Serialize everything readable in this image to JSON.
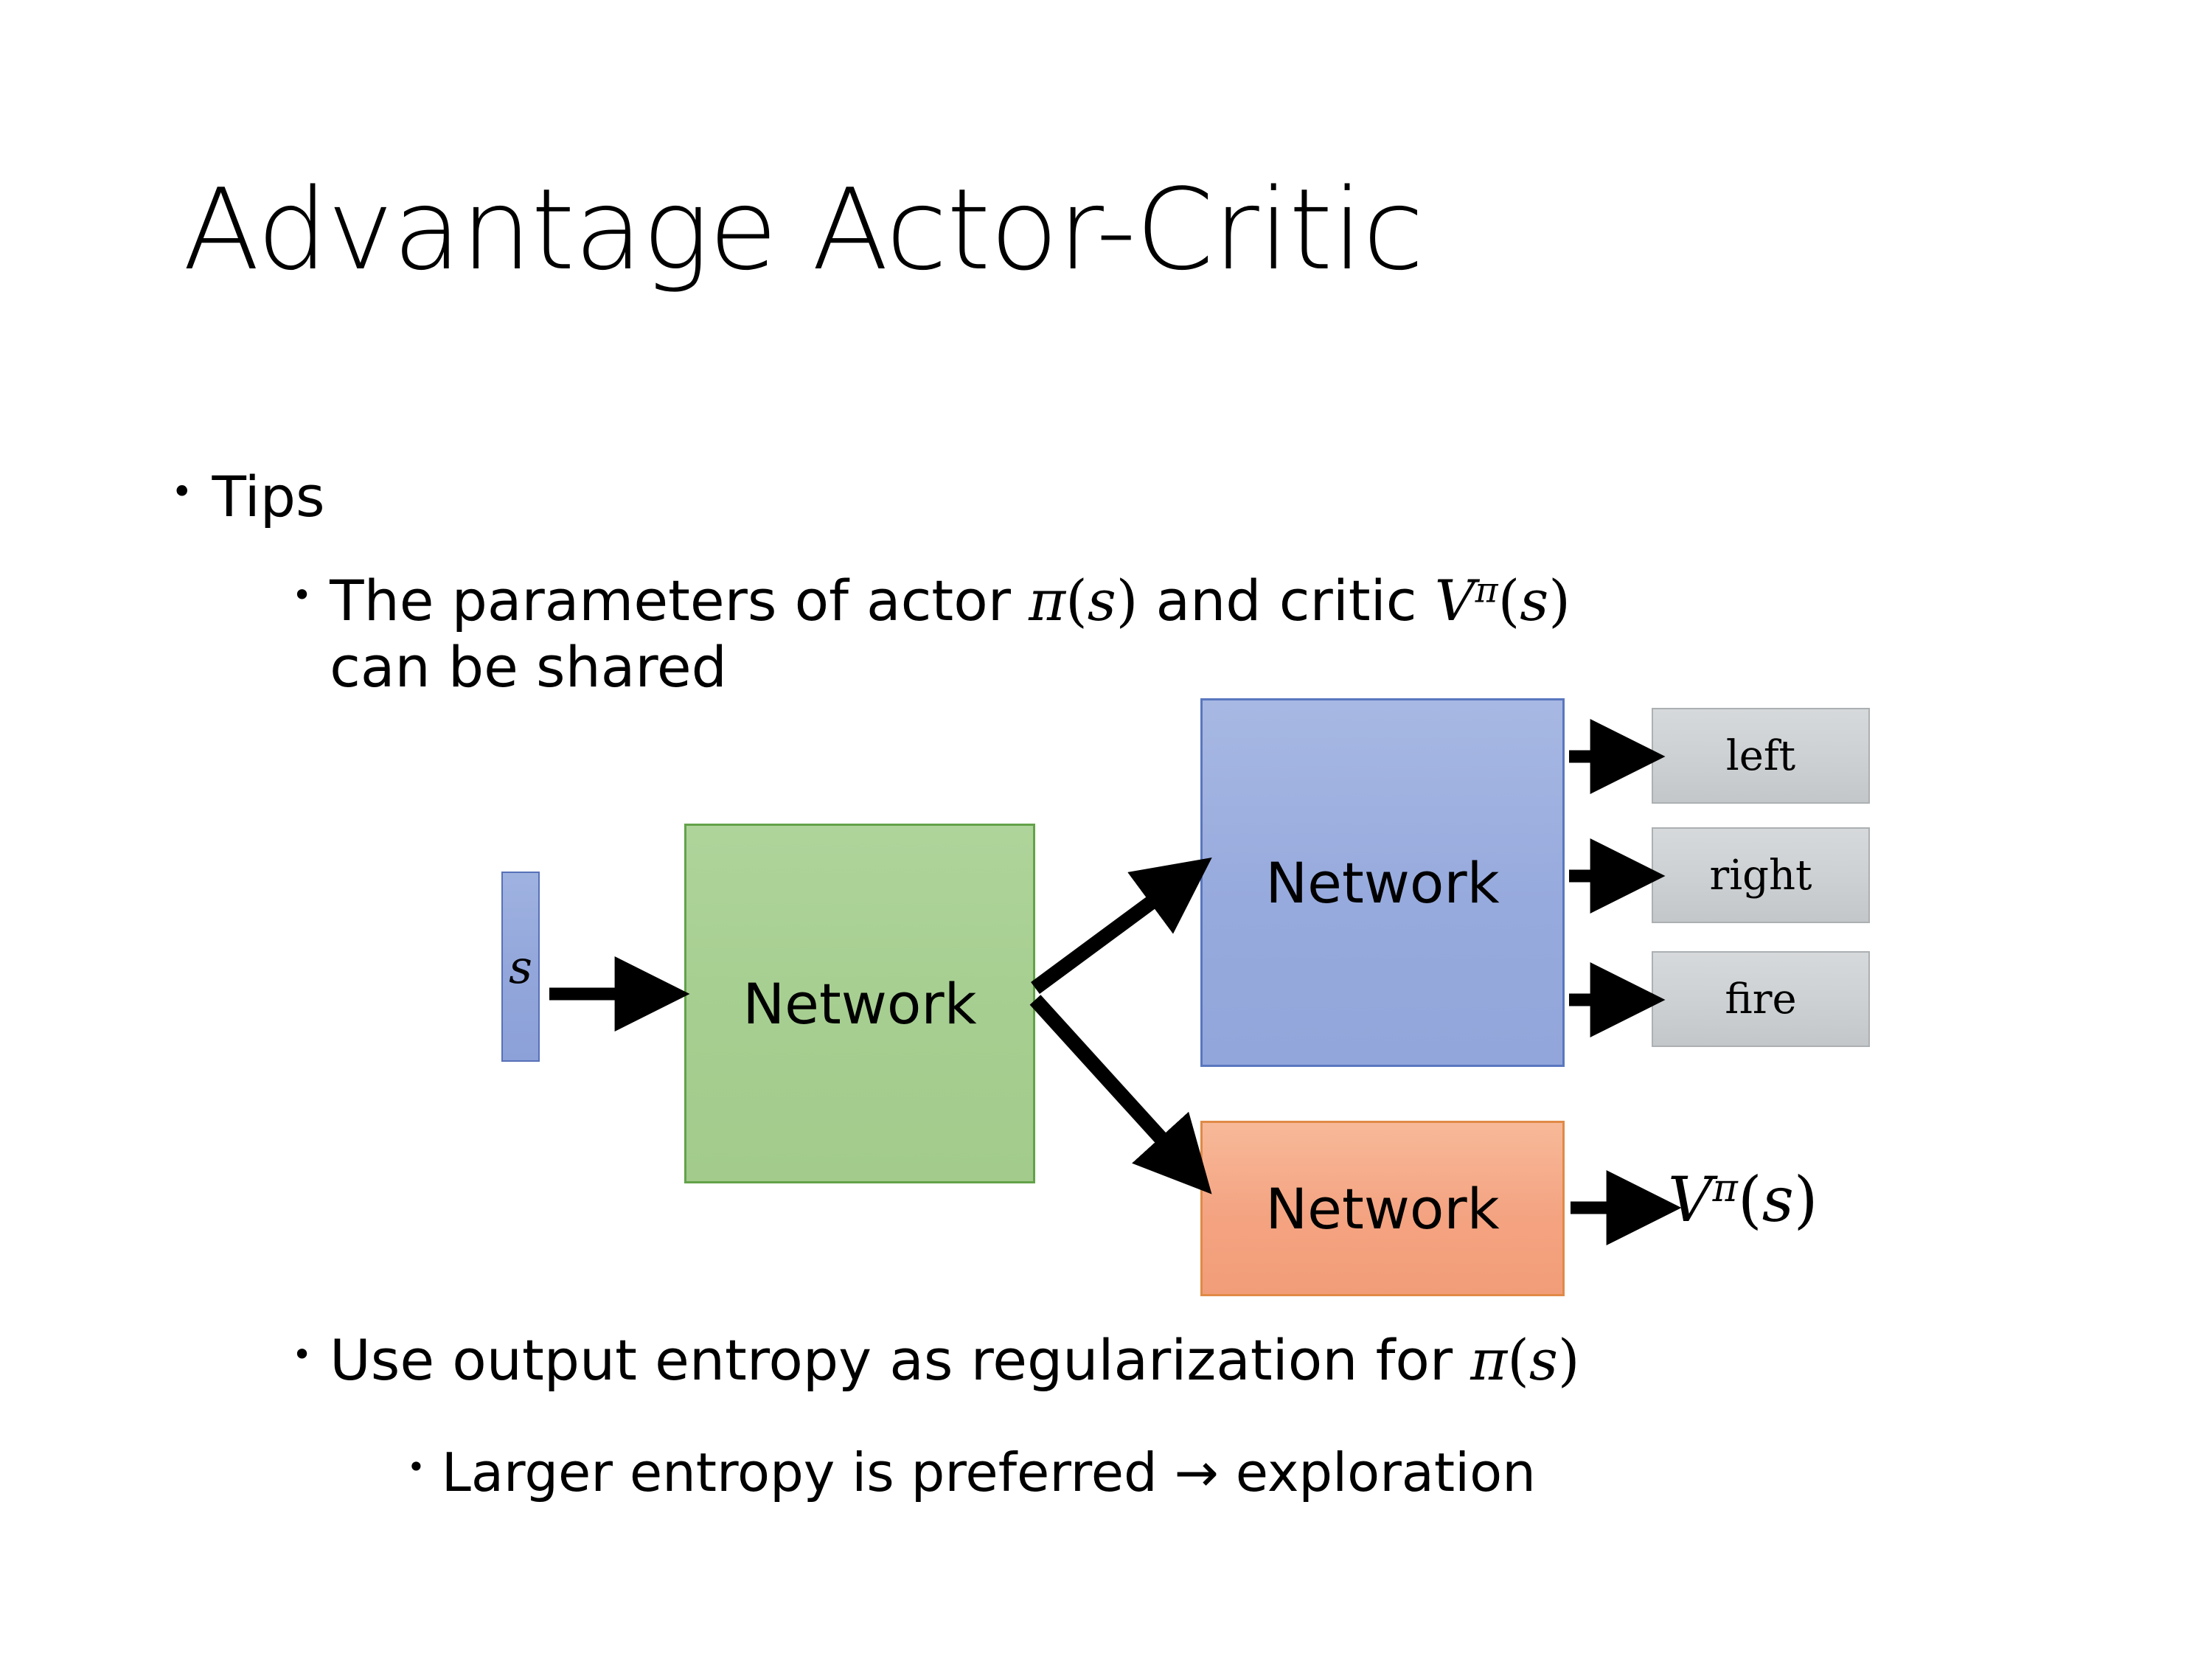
{
  "slide": {
    "title": "Advantage Actor-Critic",
    "background_color": "#FFFFFF"
  },
  "bullets": {
    "tips": {
      "marker": "•",
      "text": "Tips"
    },
    "params": {
      "marker": "•",
      "line1_prefix": "The parameters of actor ",
      "pi_symbol": "π",
      "open_paren": "(",
      "state_symbol": "s",
      "close_paren": ")",
      "line1_middle": "  and critic ",
      "v_symbol": "V",
      "v_superscript": "π",
      "line2": "can be shared",
      "full_text": "The parameters of actor π(s)  and critic Vπ(s) can be shared"
    },
    "entropy": {
      "marker": "•",
      "prefix": "Use output entropy as regularization for ",
      "pi_symbol": "π",
      "open_paren": "(",
      "state_symbol": "s",
      "close_paren": ")",
      "full_text": "Use output entropy as regularization for π(s)"
    },
    "larger": {
      "marker": "•",
      "text": "Larger entropy is preferred → exploration"
    }
  },
  "diagram": {
    "input_box": {
      "label": "s",
      "fill": "#95A8DC",
      "stroke": "#5871B8"
    },
    "shared_network": {
      "label": "Network",
      "fill": "#A8D08D",
      "stroke": "#63A24A"
    },
    "actor_network": {
      "label": "Network",
      "fill": "#95A8DC",
      "stroke": "#5A77BE"
    },
    "critic_network": {
      "label": "Network",
      "fill": "#F4A382",
      "stroke": "#E08A47"
    },
    "action_outputs": [
      {
        "label": "left",
        "fill": "#CDD1D3",
        "stroke": "#ACB0B2"
      },
      {
        "label": "right",
        "fill": "#CDD1D3",
        "stroke": "#ACB0B2"
      },
      {
        "label": "fire",
        "fill": "#CDD1D3",
        "stroke": "#ACB0B2"
      }
    ],
    "value_output": {
      "v_symbol": "V",
      "v_superscript": "π",
      "open_paren": "(",
      "state_symbol": "s",
      "close_paren": ")",
      "full_text": "Vπ(s)"
    },
    "arrows": {
      "input_to_shared": "→",
      "shared_to_actor": "→",
      "shared_to_critic": "→",
      "actor_to_left": "→",
      "actor_to_right": "→",
      "actor_to_fire": "→",
      "critic_to_value": "→",
      "color": "#000000"
    }
  }
}
